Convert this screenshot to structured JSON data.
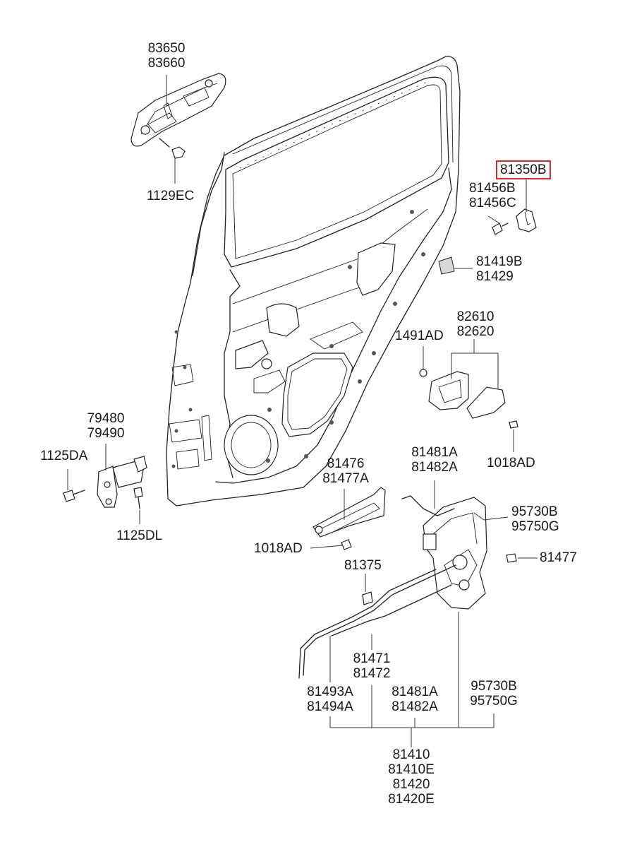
{
  "diagram": {
    "highlight_color": "#e0242a",
    "callouts": [
      {
        "id": "handle-outer",
        "lines": [
          "83650",
          "83660"
        ]
      },
      {
        "id": "bolt-top",
        "lines": [
          "1129EC"
        ]
      },
      {
        "id": "striker-part",
        "lines": [
          "81350B"
        ],
        "highlighted": true
      },
      {
        "id": "striker-bolt",
        "lines": [
          "81456B",
          "81456C"
        ]
      },
      {
        "id": "pad",
        "lines": [
          "81419B",
          "81429"
        ]
      },
      {
        "id": "inner-handle",
        "lines": [
          "82610",
          "82620"
        ]
      },
      {
        "id": "clip-a",
        "lines": [
          "1491AD"
        ]
      },
      {
        "id": "screw-a",
        "lines": [
          "1018AD"
        ]
      },
      {
        "id": "checker",
        "lines": [
          "79480",
          "79490"
        ]
      },
      {
        "id": "bolt-da",
        "lines": [
          "1125DA"
        ]
      },
      {
        "id": "bolt-dl",
        "lines": [
          "1125DL"
        ]
      },
      {
        "id": "rod-top",
        "lines": [
          "81481A",
          "81482A"
        ]
      },
      {
        "id": "bracket",
        "lines": [
          "81476",
          "81477A"
        ]
      },
      {
        "id": "actuator",
        "lines": [
          "95730B",
          "95750G"
        ]
      },
      {
        "id": "screw-b",
        "lines": [
          "1018AD"
        ]
      },
      {
        "id": "screw-c",
        "lines": [
          "81477"
        ]
      },
      {
        "id": "clip-b",
        "lines": [
          "81375"
        ]
      },
      {
        "id": "cable",
        "lines": [
          "81471",
          "81472"
        ]
      },
      {
        "id": "rod-left",
        "lines": [
          "81493A",
          "81494A"
        ]
      },
      {
        "id": "rod-mid",
        "lines": [
          "81481A",
          "81482A"
        ]
      },
      {
        "id": "actuator-b",
        "lines": [
          "95730B",
          "95750G"
        ]
      },
      {
        "id": "latch-assy",
        "lines": [
          "81410",
          "81410E",
          "81420",
          "81420E"
        ]
      }
    ]
  }
}
